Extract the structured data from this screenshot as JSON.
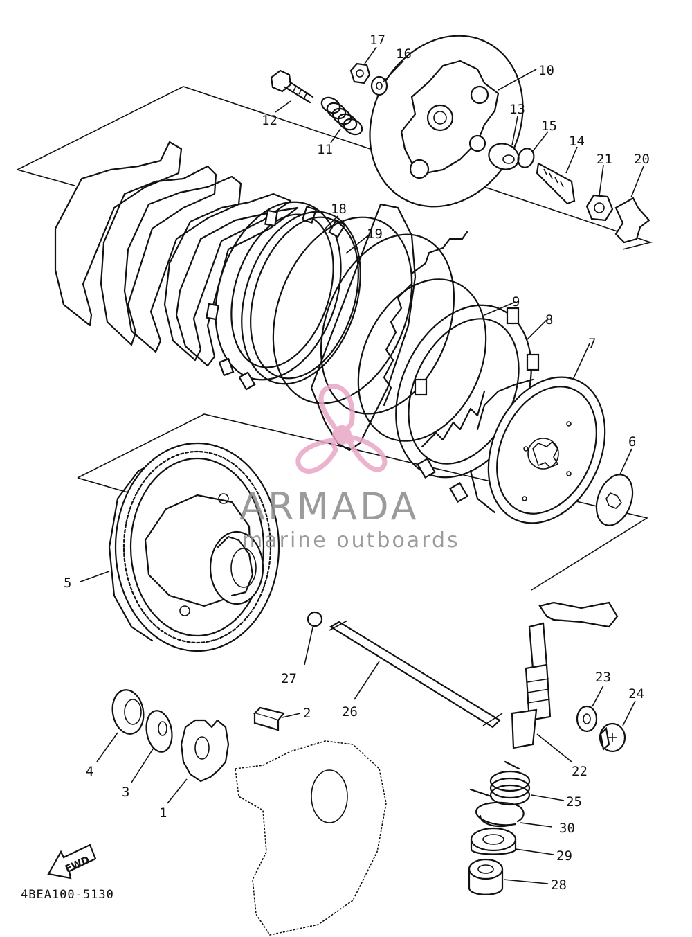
{
  "callouts": [
    {
      "id": "17",
      "label": "17"
    },
    {
      "id": "16",
      "label": "16"
    },
    {
      "id": "10",
      "label": "10"
    },
    {
      "id": "12",
      "label": "12"
    },
    {
      "id": "11",
      "label": "11"
    },
    {
      "id": "13",
      "label": "13"
    },
    {
      "id": "15",
      "label": "15"
    },
    {
      "id": "14",
      "label": "14"
    },
    {
      "id": "21",
      "label": "21"
    },
    {
      "id": "20",
      "label": "20"
    },
    {
      "id": "18",
      "label": "18"
    },
    {
      "id": "19",
      "label": "19"
    },
    {
      "id": "9",
      "label": "9"
    },
    {
      "id": "8",
      "label": "8"
    },
    {
      "id": "7",
      "label": "7"
    },
    {
      "id": "6",
      "label": "6"
    },
    {
      "id": "5",
      "label": "5"
    },
    {
      "id": "27",
      "label": "27"
    },
    {
      "id": "26",
      "label": "26"
    },
    {
      "id": "2",
      "label": "2"
    },
    {
      "id": "23",
      "label": "23"
    },
    {
      "id": "24",
      "label": "24"
    },
    {
      "id": "22",
      "label": "22"
    },
    {
      "id": "4",
      "label": "4"
    },
    {
      "id": "3",
      "label": "3"
    },
    {
      "id": "1",
      "label": "1"
    },
    {
      "id": "25",
      "label": "25"
    },
    {
      "id": "30",
      "label": "30"
    },
    {
      "id": "29",
      "label": "29"
    },
    {
      "id": "28",
      "label": "28"
    }
  ],
  "watermark": {
    "brand": "ARMADA",
    "tagline": "marine outboards",
    "accent": "#e9a6c6",
    "text_color": "#8a8a8a"
  },
  "direction_badge": {
    "label": "FWD"
  },
  "diagram_code": "4BEA100-5130"
}
